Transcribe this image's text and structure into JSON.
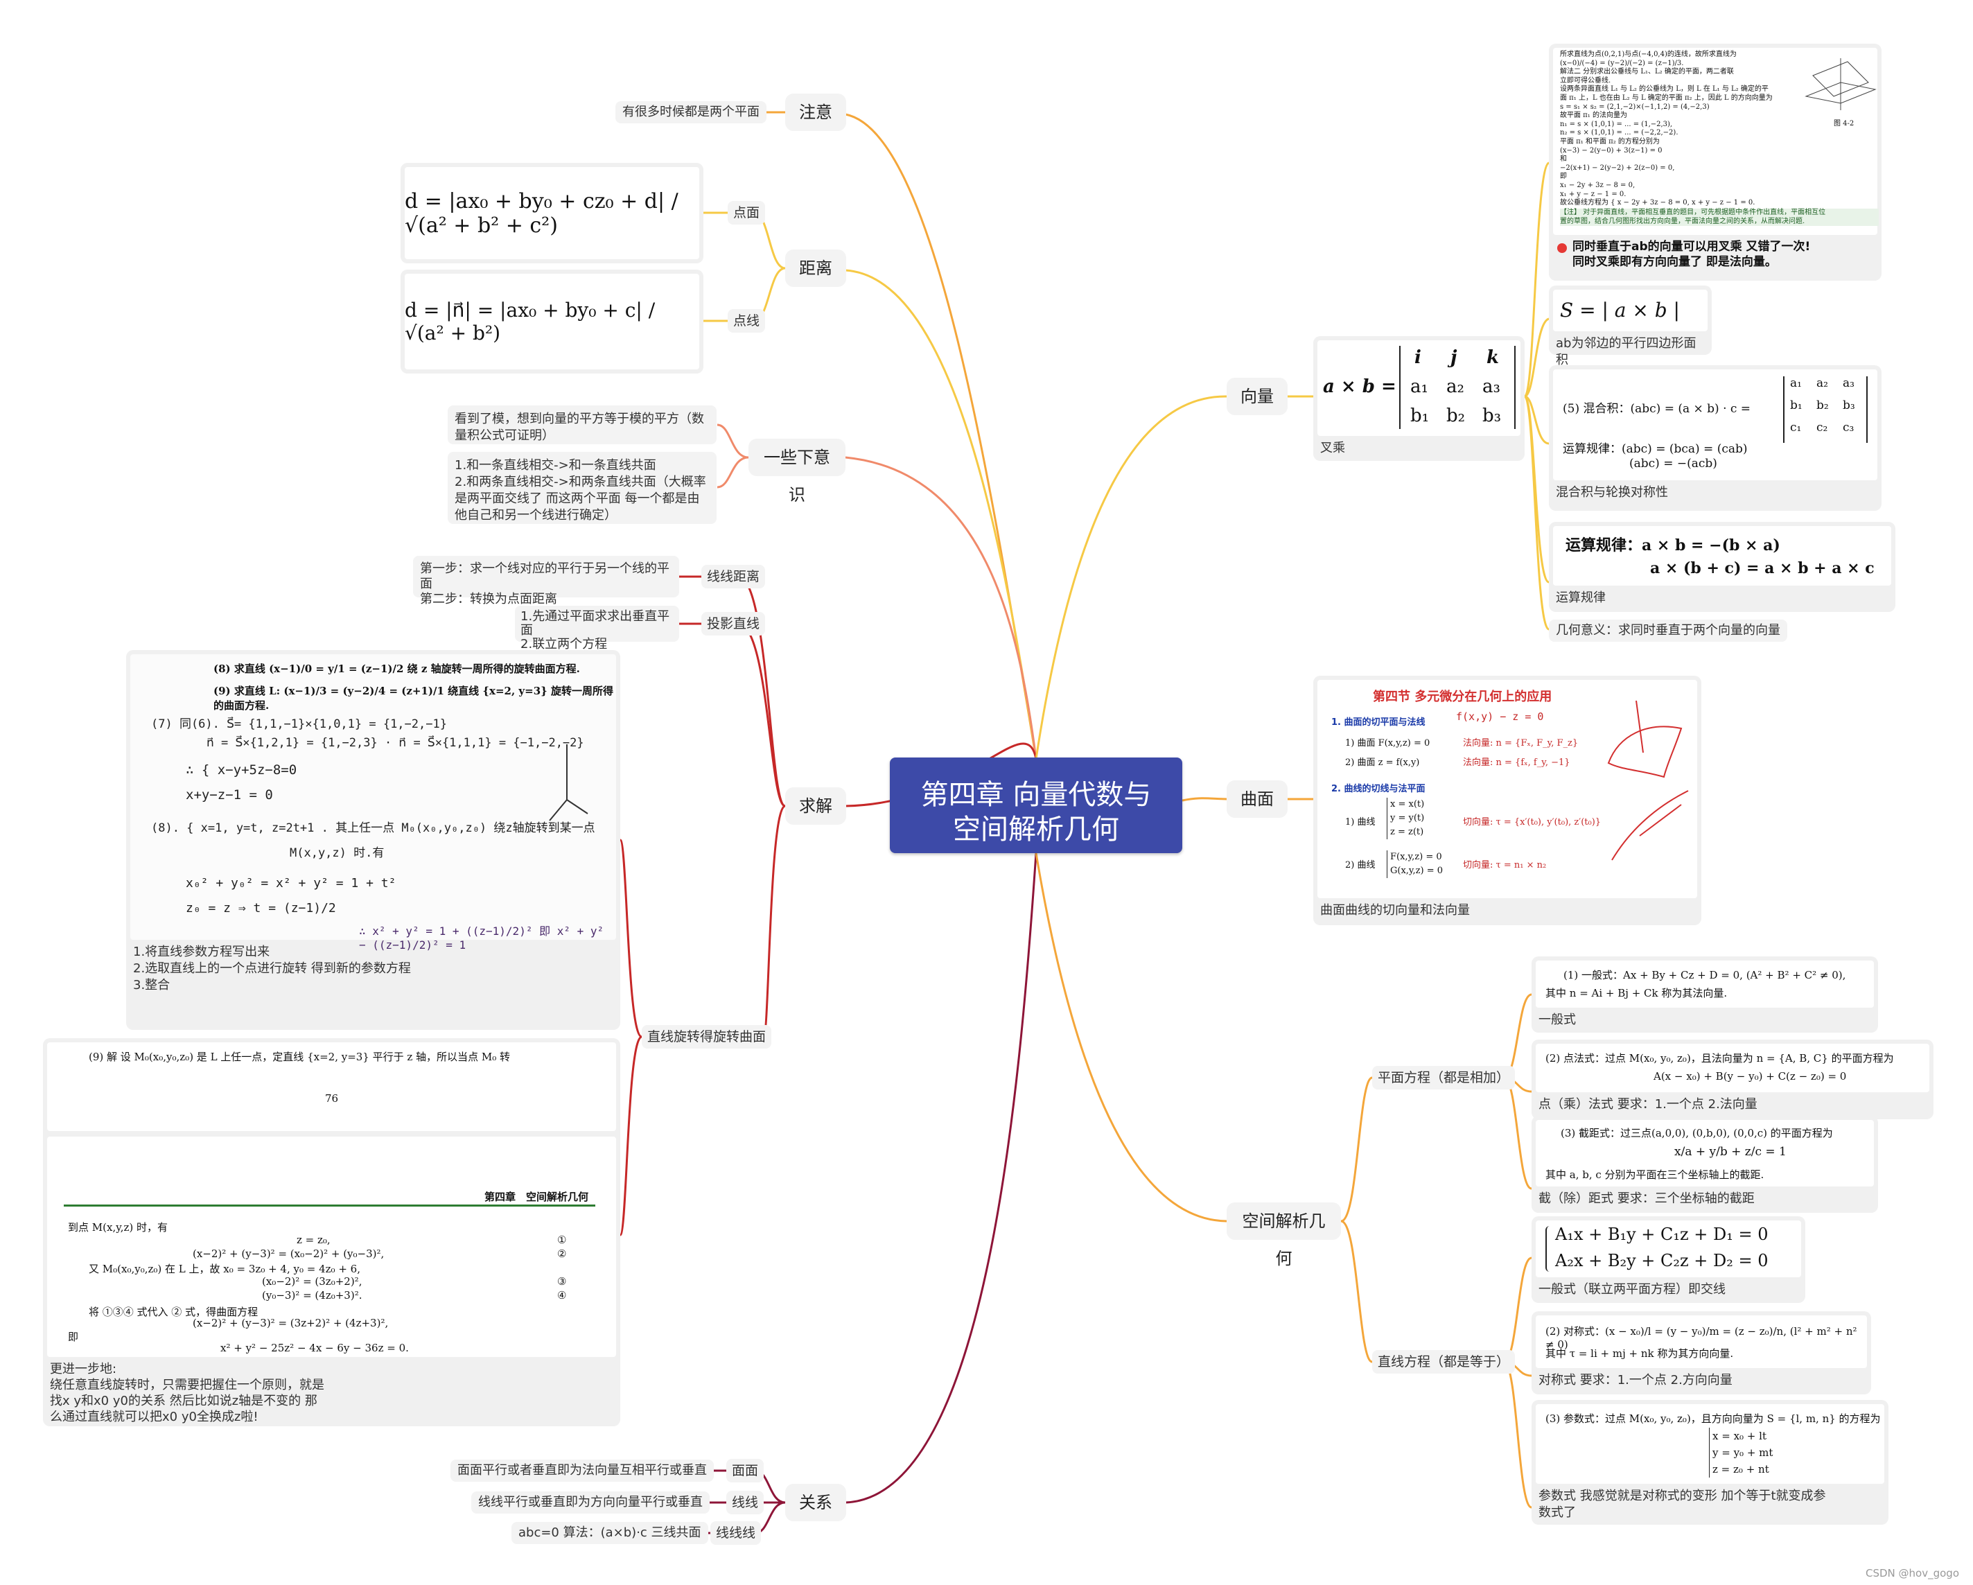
{
  "central": "第四章 向量代数与空间解析几何",
  "notice": {
    "label": "注意",
    "leaf": "有很多时候都是两个平面"
  },
  "distance": {
    "label": "距离",
    "point_plane": "点面",
    "point_line": "点线",
    "formula_plane": "d = |ax₀ + by₀ + cz₀ + d| / √(a² + b² + c²)",
    "formula_line": "d = |n⃗| = |ax₀ + by₀ + c| / √(a² + b²)"
  },
  "awareness": {
    "label": "一些下意识",
    "item1": "看到了模，想到向量的平方等于模的平方（数量积公式可证明）",
    "item2": "1.和一条直线相交->和一条直线共面\n2.和两条直线相交->和两条直线共面（大概率是两平面交线了 而这两个平面 每一个都是由他自己和另一个线进行确定）"
  },
  "solve": {
    "label": "求解",
    "line_distance": {
      "label": "线线距离",
      "leaf": "第一步：求一个线对应的平行于另一个线的平面\n第二步：转换为点面距离"
    },
    "projection": {
      "label": "投影直线",
      "leaf": "1.先通过平面求求出垂直平面\n2.联立两个方程"
    },
    "rotation": {
      "label": "直线旋转得旋转曲面",
      "caption1": "1.将直线参数方程写出来\n2.选取直线上的一个点进行旋转 得到新的参数方程\n3.整合",
      "caption2": "更进一步地:\n绕任意直线旋转时，只需要把握住一个原则，就是找x y和x0 y0的关系 然后比如说z轴是不变的 那么通过直线就可以把x0 y0全换成z啦!",
      "img1_lines": [
        "(8) 求直线 (x−1)/0 = y/1 = (z−1)/2 绕 z 轴旋转一周所得的旋转曲面方程.",
        "(9) 求直线 L: (x−1)/3 = (y−2)/4 = (z+1)/1 绕直线 {x=2, y=3} 旋转一周所得的曲面方程."
      ],
      "img1_hand": [
        "(7) 同(6). S⃗= {1,1,−1}×{1,0,1} = {1,−2,−1}",
        "n⃗ = S⃗×{1,2,1} = {1,−2,3} · n⃗ = S⃗×{1,1,1} = {−1,−2,−2}",
        "∴ { x−y+5z−8=0",
        "    x+y−z−1 = 0",
        "(8). { x=1, y=t, z=2t+1 .  其上任一点 M₀(x₀,y₀,z₀) 绕z轴旋转到某一点",
        "M(x,y,z) 时.有",
        "x₀² + y₀² = x² + y² = 1 + t²",
        "z₀ = z  ⇒  t = (z−1)/2",
        "∴ x² + y² = 1 + ((z−1)/2)²  即 x² + y² − ((z−1)/2)² = 1"
      ],
      "img2_line": "(9) 解  设 M₀(x₀,y₀,z₀) 是 L 上任一点，定直线 {x=2, y=3} 平行于 z 轴，所以当点 M₀ 转",
      "img2_page": "76",
      "img3_header": "第四章　空间解析几何",
      "img3_lines": [
        "到点 M(x,y,z) 时，有",
        "z = z₀,",
        "(x−2)² + (y−3)² = (x₀−2)² + (y₀−3)²,",
        "又 M₀(x₀,y₀,z₀) 在 L 上，故 x₀ = 3z₀ + 4, y₀ = 4z₀ + 6,",
        "(x₀−2)² = (3z₀+2)²,",
        "(y₀−3)² = (4z₀+3)².",
        "将 ①③④ 式代入 ② 式，得曲面方程",
        "(x−2)² + (y−3)² = (3z+2)² + (4z+3)²,",
        "即",
        "x² + y² − 25z² − 4x − 6y − 36z = 0."
      ],
      "img3_marks": [
        "①",
        "②",
        "③",
        "④"
      ]
    }
  },
  "relation": {
    "label": "关系",
    "plane": {
      "label": "面面",
      "leaf": "面面平行或者垂直即为法向量互相平行或垂直"
    },
    "line": {
      "label": "线线",
      "leaf": "线线平行或垂直即为方向向量平行或垂直"
    },
    "lines3": {
      "label": "线线线",
      "leaf": "abc=0 算法：(a×b)·c 三线共面"
    }
  },
  "vector": {
    "label": "向量",
    "cross": {
      "caption": "叉乘",
      "lhs": "a × b =",
      "row1": [
        "i",
        "j",
        "k"
      ],
      "row2": [
        "a₁",
        "a₂",
        "a₃"
      ],
      "row3": [
        "b₁",
        "b₂",
        "b₃"
      ]
    },
    "example": {
      "lines": [
        "所求直线为点(0,2,1)与点(−4,0,4)的连线，故所求直线为",
        "(x−0)/(−4) = (y−2)/(−2) = (z−1)/3.",
        "解法二  分别求出公垂线与 L₁、L₂ 确定的平面，两二者联",
        "立即可得公垂线.",
        "设两条异面直线 L₁ 与 L₂ 的公垂线为 L，则 L 在 L₁ 与 L₂ 确定的平",
        "面 π₁ 上，L 也在由 L₂ 与 L 确定的平面 π₂ 上，因此 L 的方向向量为",
        "s = s₁ × s₂ = (2,1,−2)×(−1,1,2) = (4,−2,3)",
        "故平面 π₁ 的法向量为",
        "n₁ = s × (1,0,1) = ... = (1,−2,3),",
        "n₂ = s × (1,0,1) = ... = (−2,2,−2).",
        "平面 π₁ 和平面 π₂ 的方程分别为",
        "(x−3) − 2(y−0) + 3(z−1) = 0",
        "和",
        "−2(x+1) − 2(y−2) + 2(z−0) = 0,",
        "即",
        "x₁ − 2y + 3z − 8 = 0,",
        "x₁ + y − z − 1 = 0.",
        "故公垂线方程为 { x − 2y + 3z − 8 = 0,  x + y − z − 1 = 0.",
        "【注】 对于异面直线，平面相互垂直的题目，可先根据题中条件作出直线，平面相互位",
        "置的草图，结合几何图形找出方向向量，平面法向量之间的关系，从而解决问题."
      ],
      "figure_label": "图 4-2",
      "note": "同时垂直于ab的向量可以用叉乘 又错了一次!\n同时叉乘即有方向向量了 即是法向量。"
    },
    "area": {
      "formula": "S = | a × b |",
      "caption": "ab为邻边的平行四边形面积"
    },
    "mixed": {
      "formula1": "(5) 混合积：(abc) = (a × b) · c =",
      "m1": [
        "a₁",
        "a₂",
        "a₃"
      ],
      "m2": [
        "b₁",
        "b₂",
        "b₃"
      ],
      "m3": [
        "c₁",
        "c₂",
        "c₃"
      ],
      "formula2": "运算规律：(abc) = (bca) = (cab)",
      "formula3": "(abc) = −(acb)",
      "caption": "混合积与轮换对称性"
    },
    "rules": {
      "formula1": "运算规律：a × b = −(b × a)",
      "formula2": "a × (b + c) = a × b + a × c",
      "caption": "运算规律"
    },
    "meaning": "几何意义：求同时垂直于两个向量的向量"
  },
  "surface": {
    "label": "曲面",
    "caption": "曲面曲线的切向量和法向量",
    "title": "第四节  多元微分在几何上的应用",
    "s1": "1. 曲面的切平面与法线",
    "s1a": "1) 曲面  F(x,y,z) = 0",
    "s1a_n": "法向量:  n = {Fₓ, F_y, F_z}",
    "s1b": "2) 曲面  z = f(x,y)",
    "s1b_n": "法向量:  n = {fₓ, f_y, −1}",
    "s2": "2. 曲线的切线与法平面",
    "s2a": "1) 曲线",
    "s2a_sys": [
      "x = x(t)",
      "y = y(t)",
      "z = z(t)"
    ],
    "s2a_t": "切向量:  τ = {x′(t₀), y′(t₀), z′(t₀)}",
    "s2b": "2) 曲线",
    "s2b_sys": [
      "F(x,y,z) = 0",
      "G(x,y,z) = 0"
    ],
    "s2b_t": "切向量:  τ = n₁ × n₂",
    "hand_note": "f(x,y) − z = 0"
  },
  "geometry": {
    "label": "空间解析几何",
    "plane": {
      "label": "平面方程（都是相加）",
      "general": {
        "f1": "(1) 一般式：Ax + By + Cz + D = 0, (A² + B² + C² ≠ 0),",
        "f2": "其中 n = Ai + Bj + Ck 称为其法向量.",
        "caption": "一般式"
      },
      "pointnormal": {
        "f1": "(2) 点法式：过点 M(x₀, y₀, z₀)，且法向量为 n = {A, B, C} 的平面方程为",
        "f2": "A(x − x₀) + B(y − y₀) + C(z − z₀) = 0",
        "caption": "点（乘）法式 要求：1.一个点 2.法向量"
      },
      "intercept": {
        "f1": "(3) 截距式：过三点(a,0,0), (0,b,0), (0,0,c) 的平面方程为",
        "f2": "x/a + y/b + z/c = 1",
        "f3": "其中 a, b, c 分别为平面在三个坐标轴上的截距.",
        "caption": "截（除）距式 要求：三个坐标轴的截距"
      }
    },
    "line": {
      "label": "直线方程（都是等于）",
      "general": {
        "f1": "A₁x + B₁y + C₁z + D₁ = 0",
        "f2": "A₂x + B₂y + C₂z + D₂ = 0",
        "caption": "一般式（联立两平面方程）即交线"
      },
      "symmetric": {
        "f1": "(2) 对称式：(x − x₀)/l = (y − y₀)/m = (z − z₀)/n, (l² + m² + n² ≠ 0)",
        "f2": "其中 τ = li + mj + nk 称为其方向向量.",
        "caption": "对称式 要求：1.一个点 2.方向向量"
      },
      "parametric": {
        "f1": "(3) 参数式：过点 M(x₀, y₀, z₀)，且方向向量为 S = {l, m, n} 的方程为",
        "sys": [
          "x = x₀ + lt",
          "y = y₀ + mt",
          "z = z₀ + nt"
        ],
        "caption": "参数式 我感觉就是对称式的变形 加个等于t就变成参数式了"
      }
    }
  },
  "watermark": "CSDN @hov_gogo",
  "colors": {
    "central": "#3d4aa8",
    "orange": "#f4a63a",
    "yellow": "#f6c945",
    "red": "#c62828",
    "darkred": "#8e1538",
    "salmon": "#f08a6a",
    "node": "#f3f3f3"
  }
}
